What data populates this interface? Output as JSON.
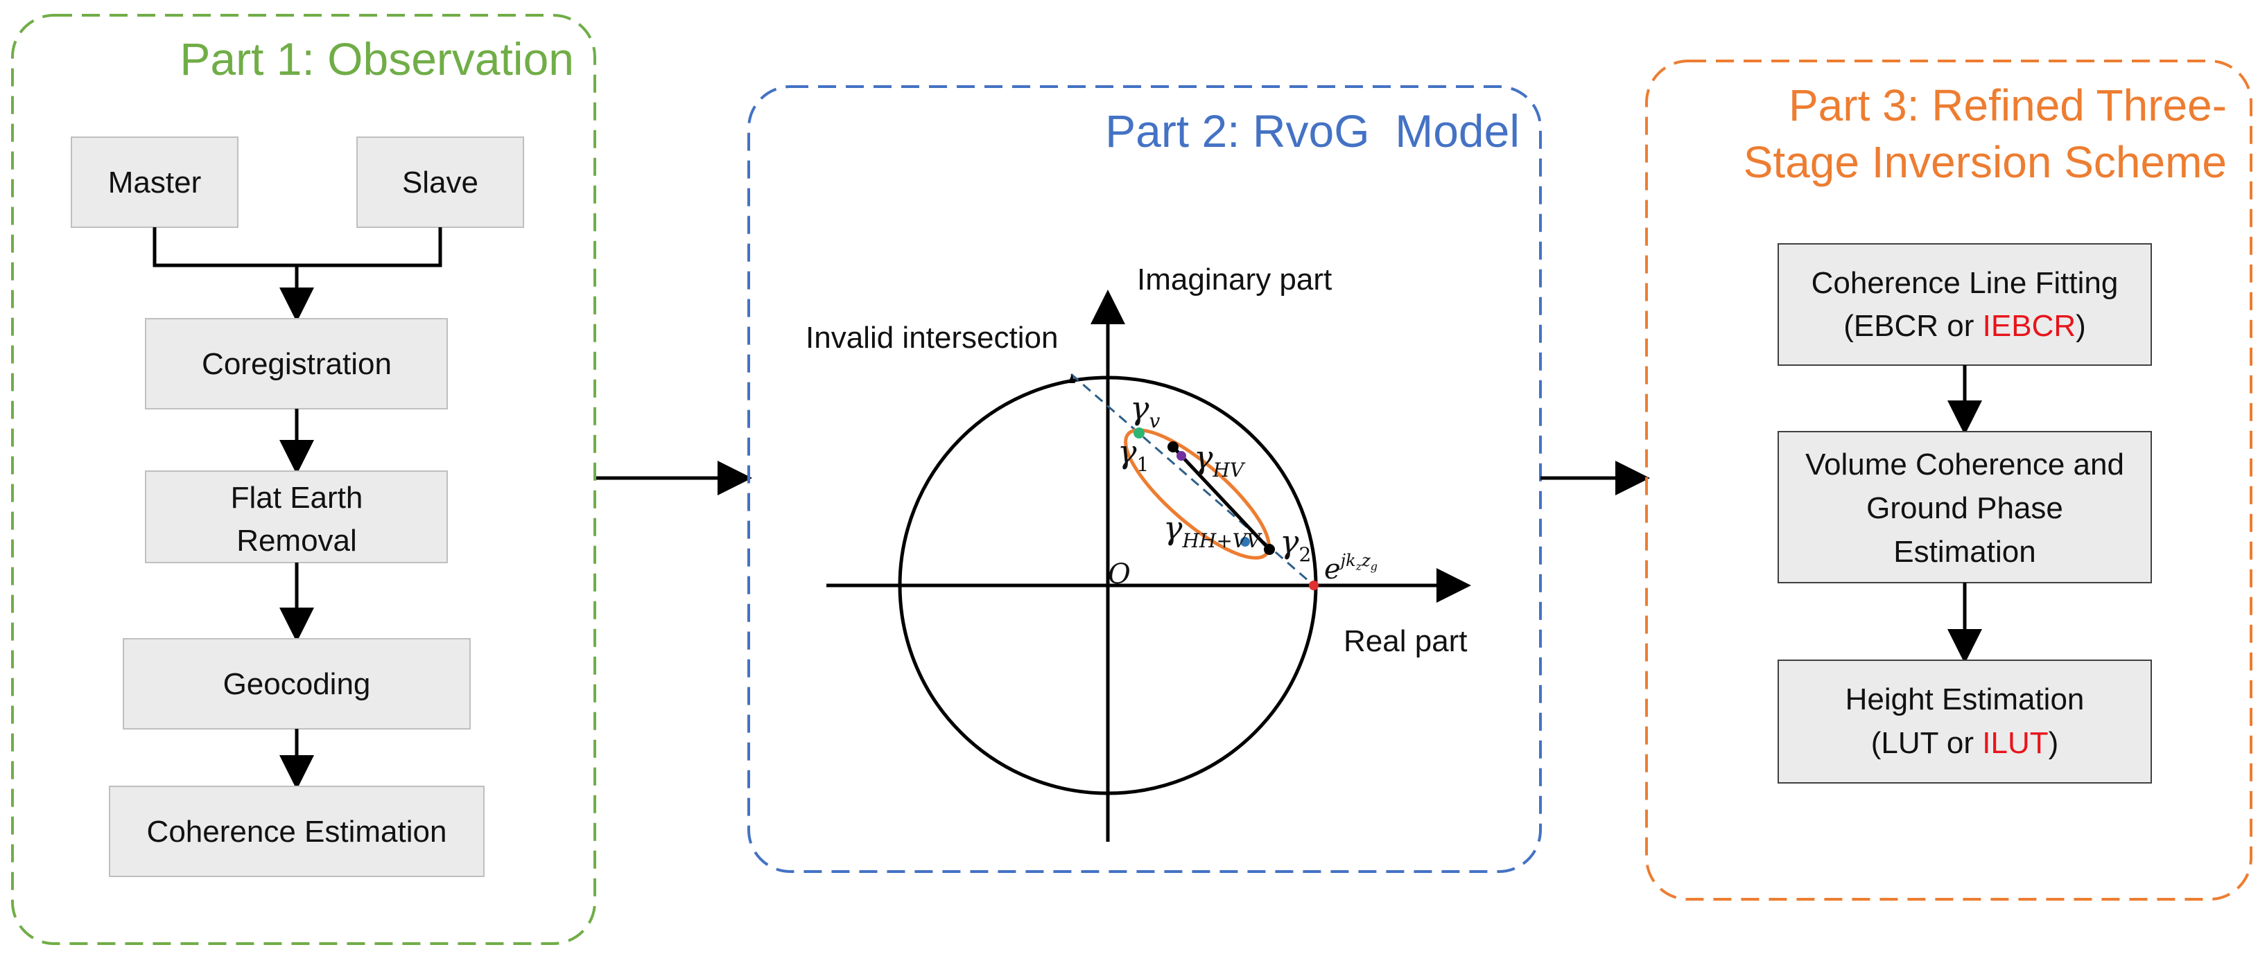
{
  "part1": {
    "title": "Part 1: Observation",
    "color": "#70ad47",
    "master": "Master",
    "slave": "Slave",
    "coregistration": "Coregistration",
    "flat_earth_line1": "Flat Earth",
    "flat_earth_line2": "Removal",
    "geocoding": "Geocoding",
    "coherence_estimation": "Coherence Estimation"
  },
  "part2": {
    "title": "Part 2: RvoG  Model",
    "color": "#4472c4",
    "imaginary_label": "Imaginary part",
    "real_label": "Real part",
    "invalid_label": "Invalid intersection",
    "origin_label": "O",
    "gamma_v": {
      "base": "γ",
      "sub": "v"
    },
    "gamma_1": {
      "base": "γ",
      "sub": "1"
    },
    "gamma_hv": {
      "base": "γ",
      "sub": "HV"
    },
    "gamma_hhvv": {
      "base": "γ",
      "sub": "HH+VV"
    },
    "gamma_2": {
      "base": "γ",
      "sub": "2"
    },
    "ground_phase": {
      "base": "e",
      "sup": "jk",
      "sup_sub1": "z",
      "sup_z": "z",
      "sup_sub2": "g"
    },
    "colors": {
      "ellipse": "#ed7d31",
      "gamma_v_dot": "#2fb573",
      "gamma_hv_dot": "#7030a0",
      "gamma_hhvv_dot": "#2e75b6",
      "ground_dot": "#e03030",
      "dashed_line": "#2e5f8a"
    }
  },
  "part3": {
    "title_line1": "Part 3: Refined Three-",
    "title_line2": "Stage Inversion Scheme",
    "color": "#ed7d31",
    "step1_line1": "Coherence Line Fitting",
    "step1_open": "(EBCR or ",
    "step1_highlight": "IEBCR",
    "step1_close": ")",
    "step2_line1": "Volume Coherence and",
    "step2_line2": "Ground Phase",
    "step2_line3": "Estimation",
    "step3_line1": "Height Estimation",
    "step3_open": "(LUT or ",
    "step3_highlight": "ILUT",
    "step3_close": ")",
    "highlight_color": "#e8141a"
  }
}
